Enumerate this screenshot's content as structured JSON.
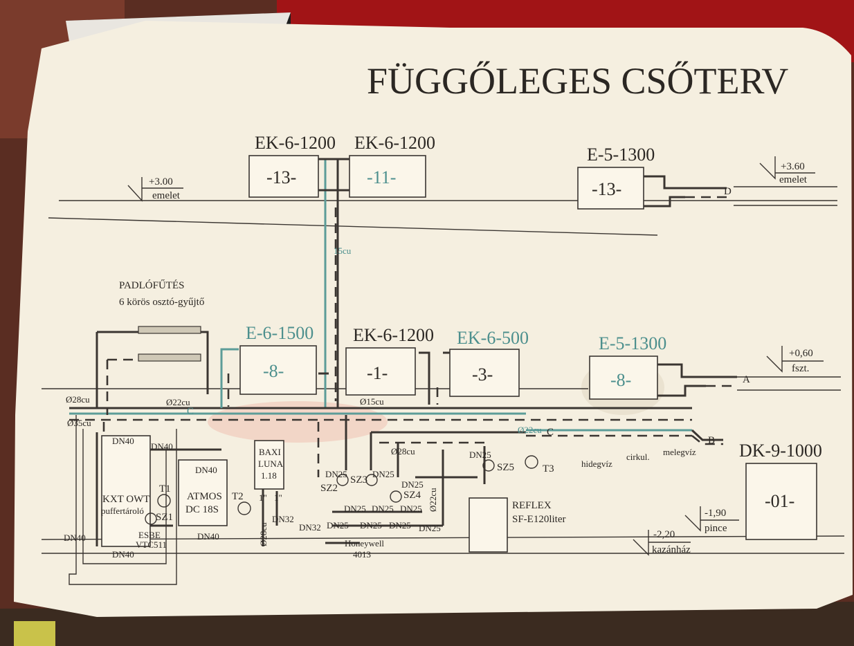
{
  "title": "FÜGGŐLEGES CSŐTERV",
  "colors": {
    "paper": "#f5efe0",
    "ink": "#2b2723",
    "cyan": "#4c8f8d",
    "stain": "#e59a8a",
    "background": "#4a2a1e"
  },
  "levels": {
    "upper_left": {
      "value": "+3.00",
      "name": "emelet"
    },
    "upper_right": {
      "value": "+3.60",
      "name": "emelet"
    },
    "ground_right": {
      "value": "+0,60",
      "name": "fszt."
    },
    "cellar": {
      "value": "-1,90",
      "name": "pince"
    },
    "boiler_room": {
      "value": "-2,20",
      "name": "kazánház"
    }
  },
  "radiators": [
    {
      "type": "EK-6-1200",
      "number": "-13-"
    },
    {
      "type": "EK-6-1200",
      "number": "-11-"
    },
    {
      "type": "E-5-1300",
      "number": "-13-"
    },
    {
      "type": "E-6-1500",
      "number": "-8-"
    },
    {
      "type": "EK-6-1200",
      "number": "-1-"
    },
    {
      "type": "EK-6-500",
      "number": "-3-"
    },
    {
      "type": "E-5-1300",
      "number": "-8-"
    },
    {
      "type": "DK-9-1000",
      "number": "-01-"
    }
  ],
  "floor_heating": {
    "title": "PADLÓFŰTÉS",
    "subtitle": "6 körös osztó-gyűjtő"
  },
  "connection_letters": {
    "a": "A",
    "b": "B",
    "c1": "C",
    "c2": "C",
    "d": "D"
  },
  "pipe_labels": {
    "d15_riser": "15cu",
    "d28_left": "Ø28cu",
    "d22_left": "Ø22cu",
    "d15_mid": "Ø15cu",
    "d35_left": "Ø35cu",
    "d22_right": "Ø22cu",
    "d28_mid": "Ø28cu",
    "d22_vertical": "Ø22cu",
    "d28_vertical": "Ø28cu",
    "hidegviz": "hidegvíz",
    "cirkul": "cirkul.",
    "melegviz": "melegvíz"
  },
  "equipment": {
    "buffer_line1": "KXT OWT",
    "buffer_line2": "puffertároló",
    "boiler_line1": "ATMOS",
    "boiler_line2": "DC 18S",
    "baxi_line1": "BAXI",
    "baxi_line2": "LUNA",
    "baxi_line3": "1.18",
    "reflex_line1": "REFLEX",
    "reflex_line2": "SF-E120liter",
    "honeywell_line1": "Honeywell",
    "honeywell_line2": "4013",
    "esbe_line1": "ESBE",
    "esbe_line2": "VTC511"
  },
  "valve_labels": {
    "dn40_a": "DN40",
    "dn40_b": "DN40",
    "dn40_c": "DN40",
    "dn40_d": "DN40",
    "dn40_e": "DN40",
    "dn40_f": "DN40",
    "dn25_a": "DN25",
    "dn25_b": "DN25",
    "dn25_c": "DN25",
    "dn25_d": "DN25",
    "dn25_e": "DN25",
    "dn25_f": "DN25",
    "dn25_g": "DN25",
    "dn25_h": "DN25",
    "dn25_i": "DN25",
    "dn25_j": "DN25",
    "dn25_k": "DN25",
    "dn32_a": "DN32",
    "dn32_b": "DN32",
    "one_inch_a": "1\"",
    "one_inch_b": "1\""
  },
  "components": {
    "t1": "T1",
    "t2": "T2",
    "t3": "T3",
    "sz1": "SZ1",
    "sz2": "SZ2",
    "sz3": "SZ3",
    "sz4": "SZ4",
    "sz5": "SZ5"
  }
}
